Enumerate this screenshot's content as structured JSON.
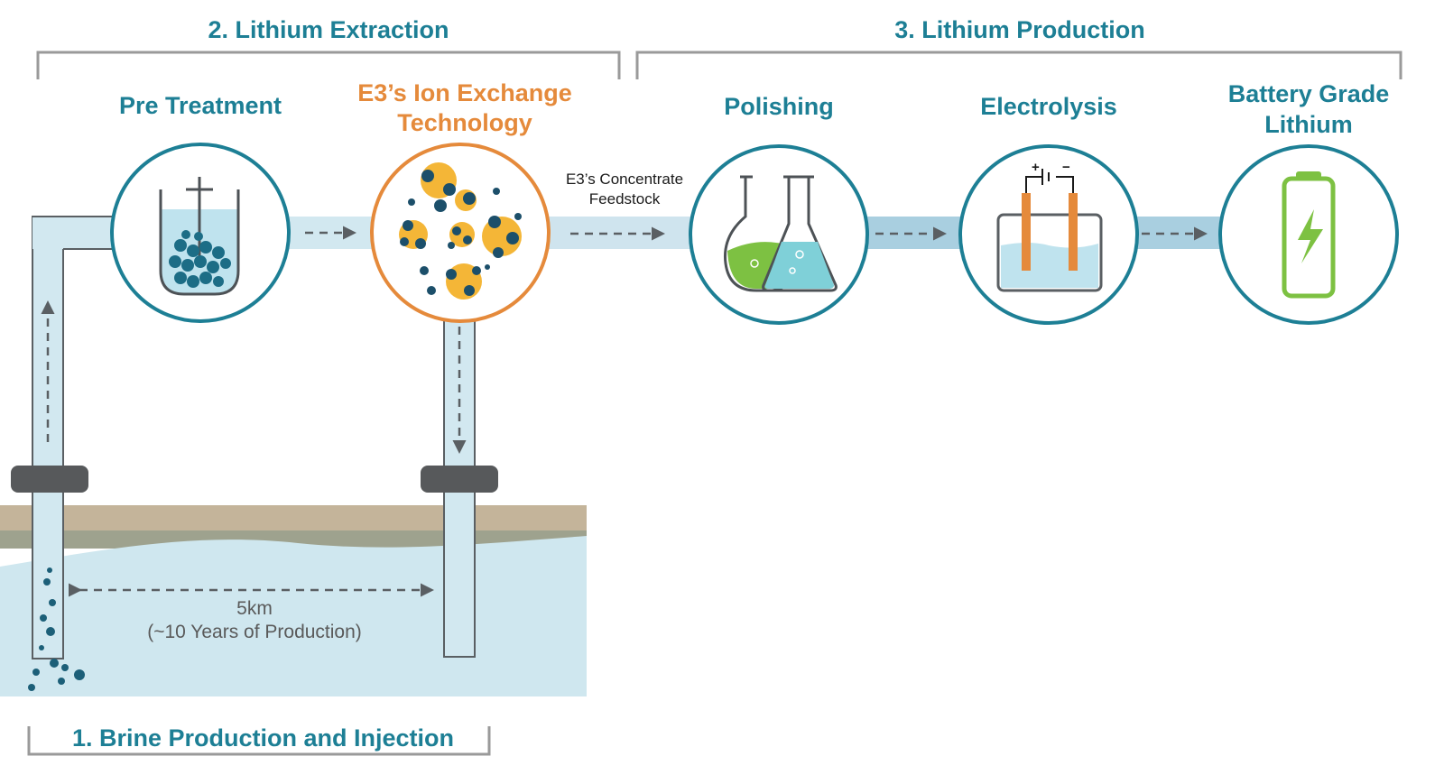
{
  "sections": {
    "brine": "1. Brine Production and Injection",
    "extraction": "2. Lithium Extraction",
    "production": "3. Lithium Production"
  },
  "stages": {
    "pre_treatment": "Pre Treatment",
    "ion_exchange_line1": "E3’s Ion Exchange",
    "ion_exchange_line2": "Technology",
    "polishing": "Polishing",
    "electrolysis": "Electrolysis",
    "battery_line1": "Battery Grade",
    "battery_line2": "Lithium"
  },
  "feedstock": {
    "line1": "E3’s Concentrate",
    "line2": "Feedstock"
  },
  "distance": {
    "value": "5km",
    "note": "(~10 Years of Production)"
  },
  "electrode_signs": {
    "plus": "+",
    "minus": "−"
  },
  "colors": {
    "teal": "#1d7f95",
    "orange": "#e58a3b",
    "pipe": "#cde6ef",
    "pipe_dark": "#a9cddb",
    "green": "#7dc142",
    "gray_bracket": "#9a9a9a",
    "well_cap": "#57595b"
  },
  "icons": [
    "mixing-tank-icon",
    "lithium-sorbent-icon",
    "lab-flasks-icon",
    "electrolysis-cell-icon",
    "battery-icon"
  ]
}
